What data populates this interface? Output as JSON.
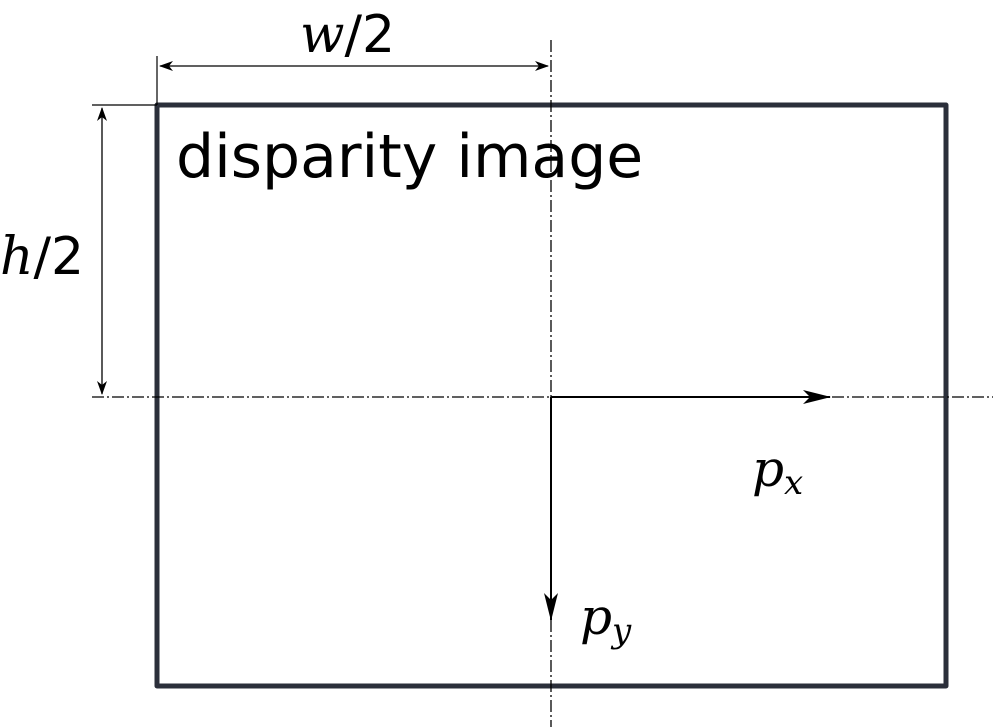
{
  "diagram": {
    "title_label": "disparity image",
    "width_dimension": {
      "var": "w",
      "slash": "/",
      "num": "2",
      "text": "w/2"
    },
    "height_dimension": {
      "var": "h",
      "slash": "/",
      "num": "2",
      "text": "h/2"
    },
    "axis_x": {
      "base": "p",
      "subscript": "x",
      "text": "p_x"
    },
    "axis_y": {
      "base": "p",
      "subscript": "y",
      "text": "p_y"
    },
    "colors": {
      "frame": "#2b2f3a",
      "lines": "#000000",
      "background": "#ffffff"
    }
  }
}
